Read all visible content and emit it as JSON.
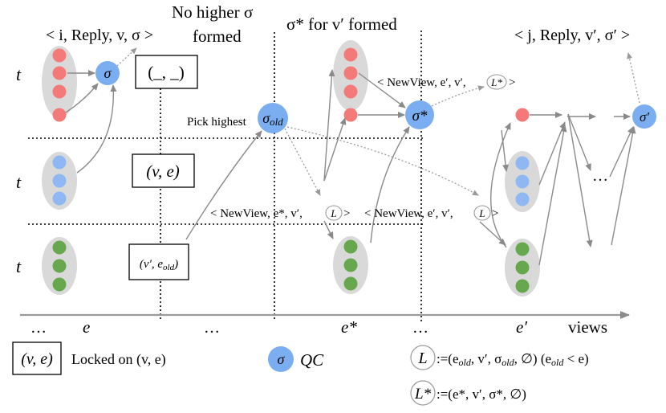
{
  "header": {
    "reply_1": "< i, Reply, v, σ >",
    "no_higher_line1": "No higher σ",
    "no_higher_line2": "formed",
    "sigma_star_formed": "σ* for v′ formed",
    "reply_2": "< j, Reply, v′, σ′ >"
  },
  "rows": {
    "row1": "t",
    "row2": "t",
    "row3": "t"
  },
  "locks": {
    "empty": "(_, _)",
    "ve": "(v, e)",
    "old": "(v′, e_old)"
  },
  "nodes": {
    "sigma": "σ",
    "sigma_old": "σ_old",
    "sigma_star": "σ*",
    "sigma_prime": "σ′"
  },
  "labels": {
    "pick_highest": "Pick highest",
    "newview_star": "< NewView, e′, v′,",
    "newview_star_end": ">",
    "newview_1": "< NewView, e*, v′,",
    "newview_1_end": ">",
    "newview_2": "< NewView, e′, v′,",
    "newview_2_end": ">",
    "L": "L",
    "L_star": "L*",
    "ellipsis_right": "…"
  },
  "axis": {
    "t0": "…",
    "t1": "e",
    "t2": "…",
    "t3": "e*",
    "t4": "…",
    "t5": "e′",
    "label": "views"
  },
  "legend": {
    "locked_box": "(v, e)",
    "locked_text": "Locked on (v, e)",
    "qc_node": "σ",
    "qc_text": "QC",
    "L_symbol": "L",
    "L_def": ":=(e_old, v′, σ_old, ∅) (e_old < e)",
    "Lstar_symbol": "L*",
    "Lstar_def": ":=(e*, v′, σ*, ∅)"
  },
  "colors": {
    "red": "#f47a7a",
    "blue": "#8fb8f2",
    "green": "#67a84e",
    "qc": "#7aaef0",
    "group": "#d9d9d9",
    "arrow": "#8a8a8a"
  }
}
